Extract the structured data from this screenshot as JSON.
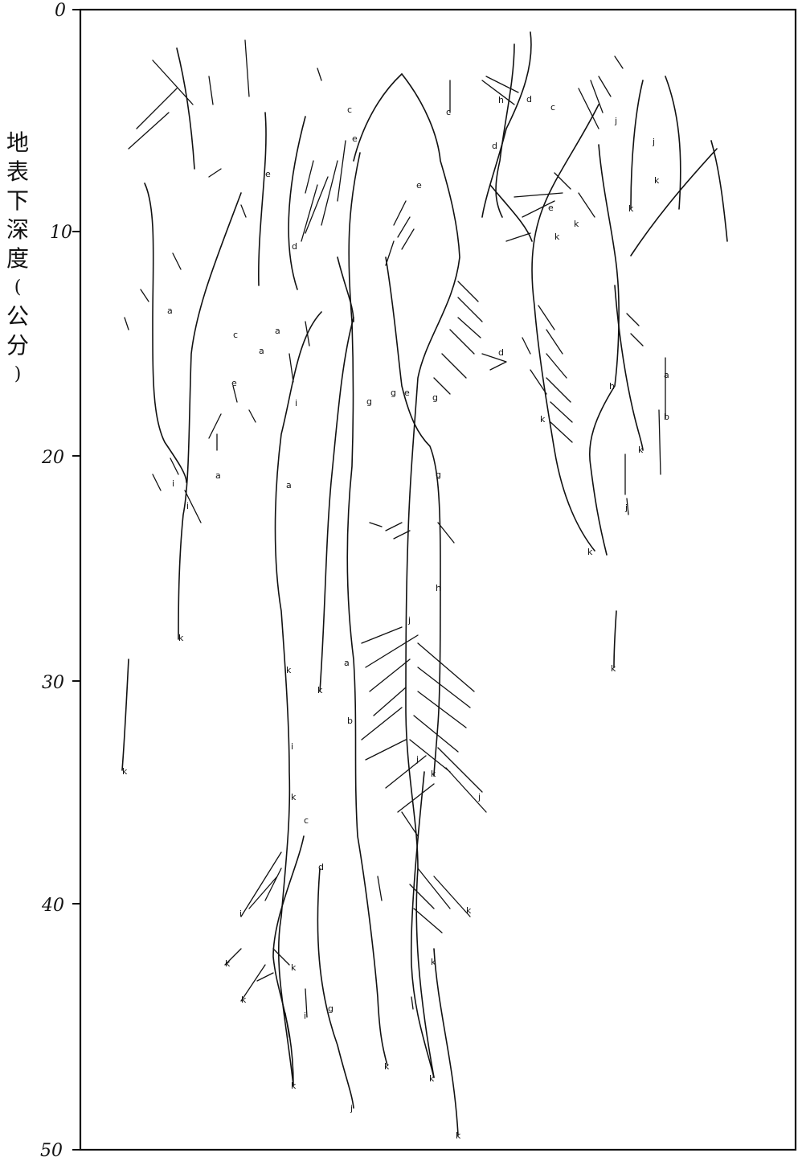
{
  "y_axis": {
    "label_chars": [
      "地",
      "表",
      "下",
      "深",
      "度",
      "(",
      "公",
      "分",
      ")"
    ],
    "ticks": [
      "0",
      "10",
      "20",
      "30",
      "40",
      "50"
    ]
  },
  "axis_range": [
    0,
    50
  ],
  "root_tips": {
    "label": "k",
    "depths_cm": [
      27.5,
      29.5,
      30,
      33.5,
      44.5,
      46.5,
      46.5,
      50,
      41.5,
      40
    ]
  },
  "segment_labels": [
    "a",
    "b",
    "c",
    "d",
    "e",
    "g",
    "h",
    "i",
    "j",
    "k"
  ]
}
